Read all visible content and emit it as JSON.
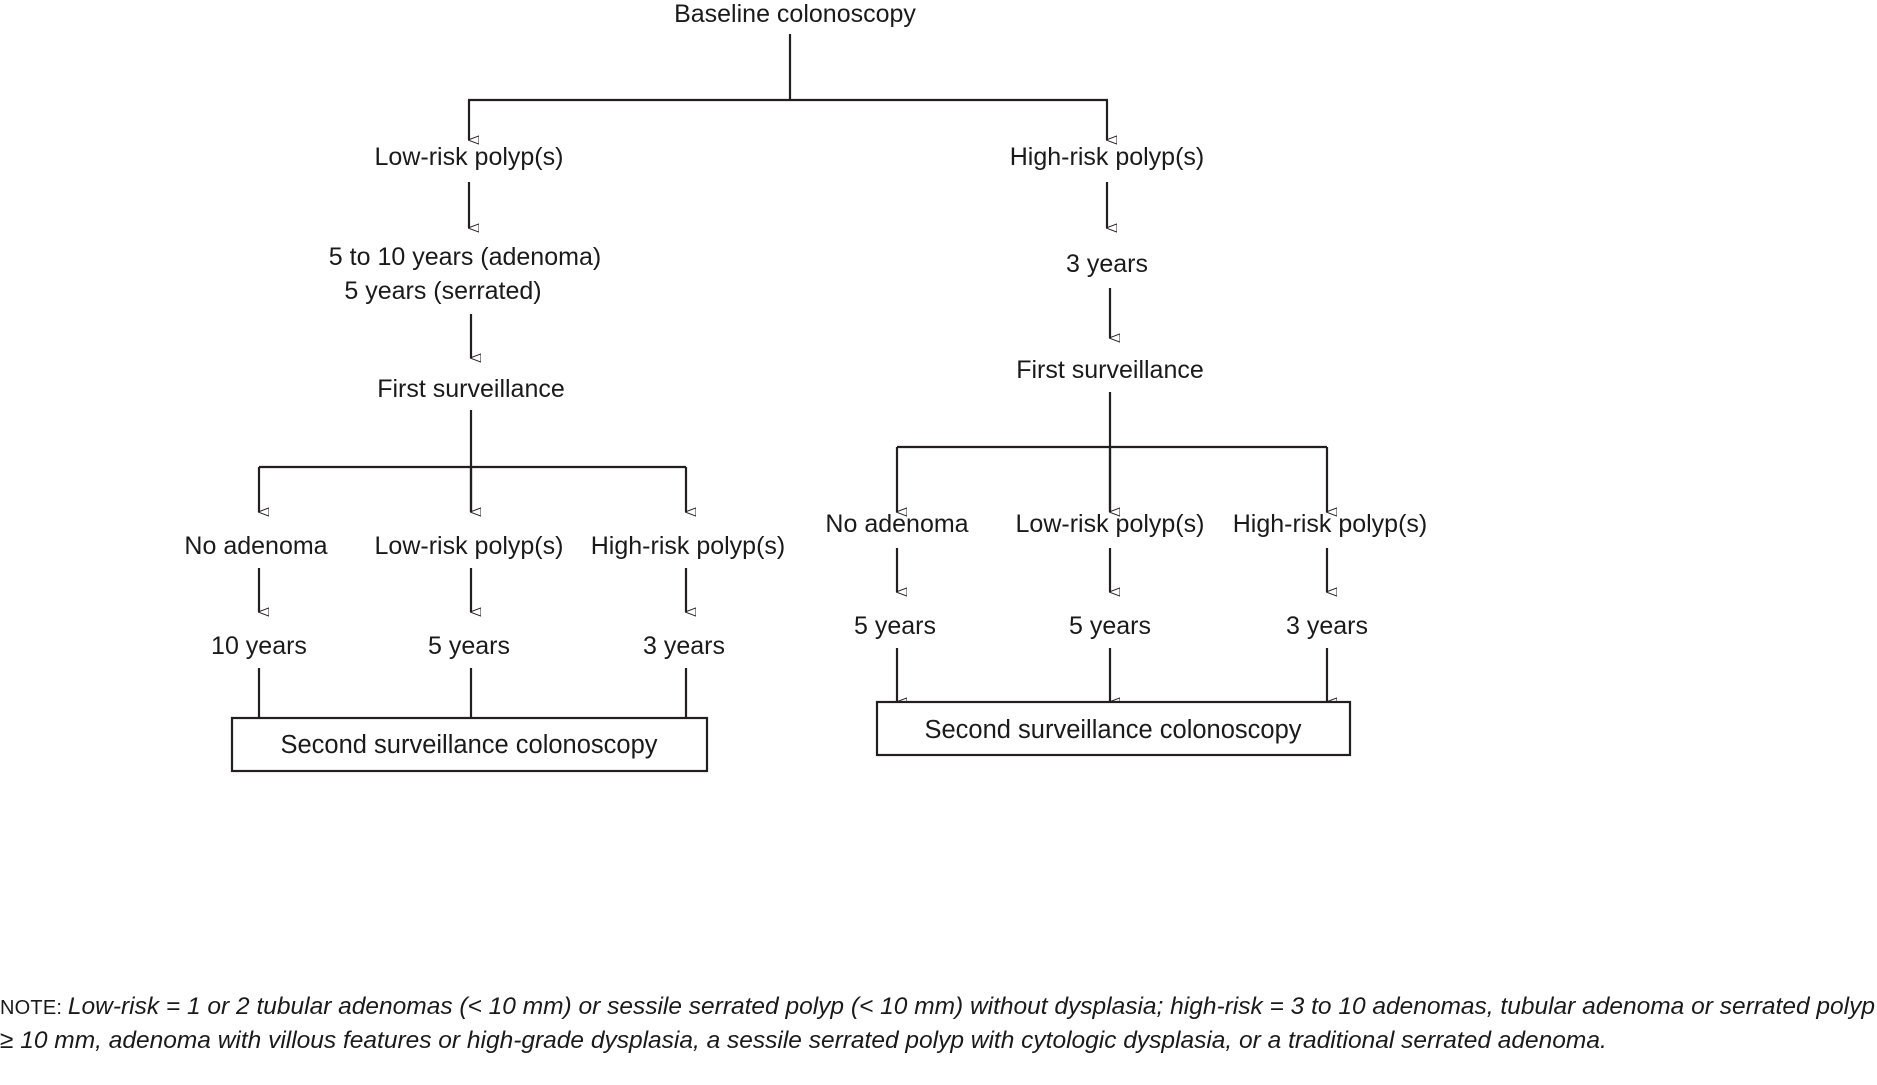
{
  "diagram": {
    "type": "flowchart",
    "title_node": "Baseline colonoscopy",
    "branches": {
      "left": {
        "risk_label": "Low-risk polyp(s)",
        "interval_line1": "5 to 10 years (adenoma)",
        "interval_line2": "5 years (serrated)",
        "surveillance_label": "First surveillance",
        "outcomes": [
          {
            "finding": "No adenoma",
            "interval": "10 years"
          },
          {
            "finding": "Low-risk polyp(s)",
            "interval": "5 years"
          },
          {
            "finding": "High-risk polyp(s)",
            "interval": "3 years"
          }
        ],
        "terminal_box": "Second surveillance colonoscopy"
      },
      "right": {
        "risk_label": "High-risk polyp(s)",
        "interval_line1": "3 years",
        "surveillance_label": "First surveillance",
        "outcomes": [
          {
            "finding": "No adenoma",
            "interval": "5 years"
          },
          {
            "finding": "Low-risk polyp(s)",
            "interval": "5 years"
          },
          {
            "finding": "High-risk polyp(s)",
            "interval": "3 years"
          }
        ],
        "terminal_box": "Second surveillance colonoscopy"
      }
    }
  },
  "note": {
    "tag": "NOTE:",
    "text": "Low-risk = 1 or 2 tubular adenomas (< 10 mm) or sessile serrated polyp (< 10 mm) without dysplasia; high-risk = 3 to 10 adenomas, tubular adenoma or serrated polyp ≥ 10 mm, adenoma with villous features or high-grade dysplasia, a sessile serrated polyp with cytologic dysplasia, or a traditional serrated adenoma."
  },
  "colors": {
    "line": "#231f20",
    "text": "#1a1a1a",
    "background": "#ffffff"
  }
}
